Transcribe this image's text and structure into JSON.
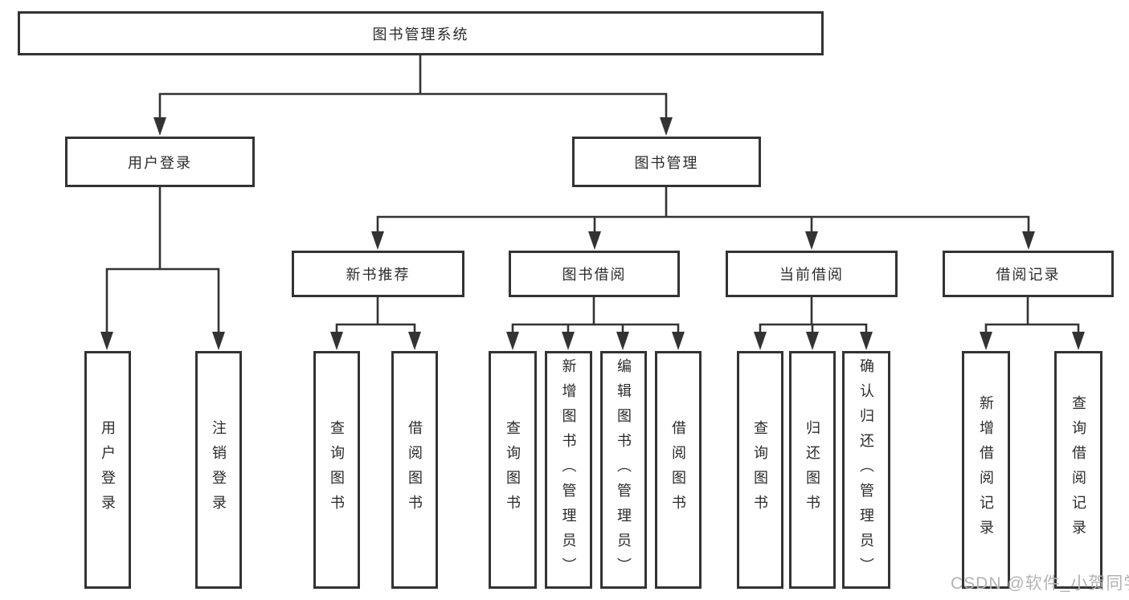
{
  "colors": {
    "line": "#333333",
    "text": "#2b2b2b",
    "box_background": "#ffffff",
    "page_background": "#ffffff",
    "watermark": "#b3b3b3"
  },
  "watermark": "CSDN @软件_小贺同学",
  "tree": {
    "label": "图书管理系统",
    "children": [
      {
        "label": "用户登录",
        "children": [
          {
            "label": "用户登录"
          },
          {
            "label": "注销登录"
          }
        ]
      },
      {
        "label": "图书管理",
        "children": [
          {
            "label": "新书推荐",
            "children": [
              {
                "label": "查询图书"
              },
              {
                "label": "借阅图书"
              }
            ]
          },
          {
            "label": "图书借阅",
            "children": [
              {
                "label": "查询图书"
              },
              {
                "label": "新增图书（管理员）"
              },
              {
                "label": "编辑图书（管理员）"
              },
              {
                "label": "借阅图书"
              }
            ]
          },
          {
            "label": "当前借阅",
            "children": [
              {
                "label": "查询图书"
              },
              {
                "label": "归还图书"
              },
              {
                "label": "确认归还（管理员）"
              }
            ]
          },
          {
            "label": "借阅记录",
            "children": [
              {
                "label": "新增借阅记录"
              },
              {
                "label": "查询借阅记录"
              }
            ]
          }
        ]
      }
    ]
  }
}
